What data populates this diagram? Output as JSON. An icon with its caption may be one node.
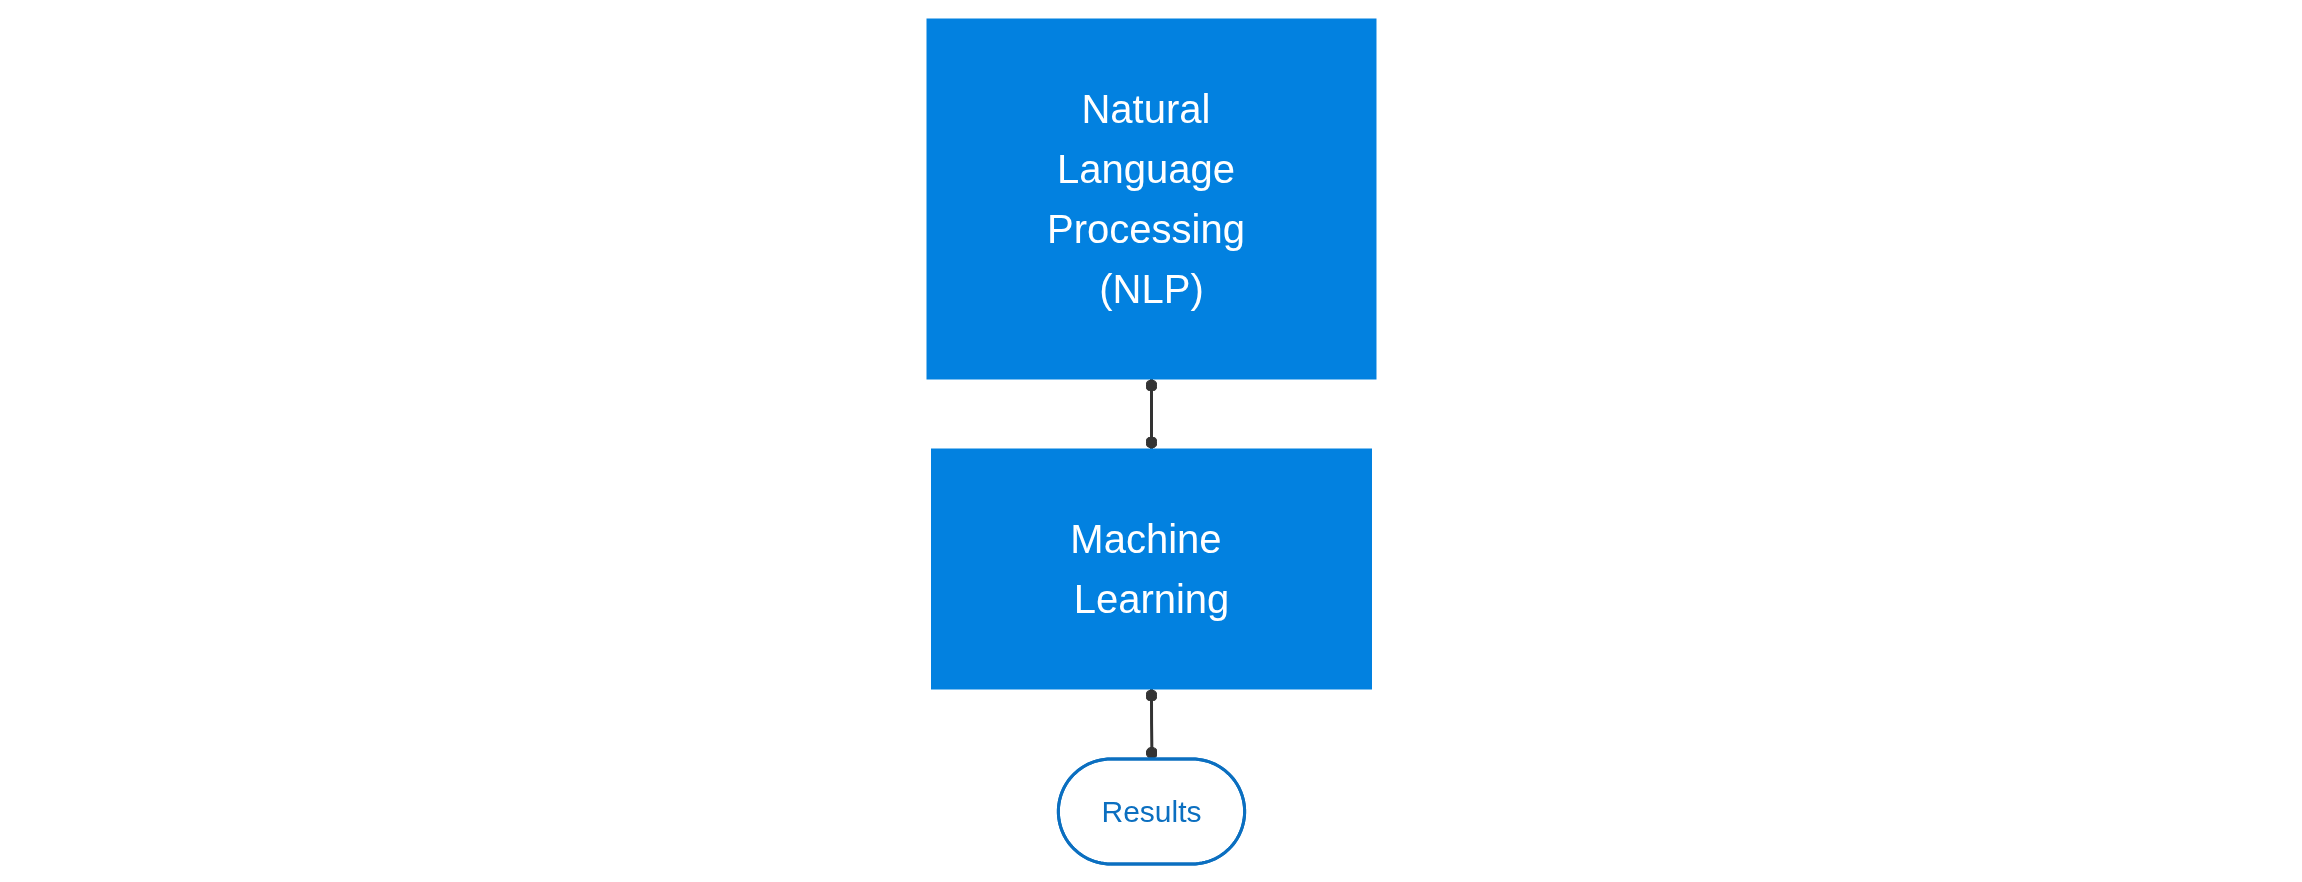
{
  "diagram": {
    "nodes": [
      {
        "text": [
          "Natural Language Processing (NLP)"
        ]
      },
      {
        "text": [
          "Machine Learning"
        ]
      },
      {
        "text": [
          "Results"
        ]
      }
    ],
    "edges": [
      {
        "from": 0,
        "to": 1,
        "arrow": "other"
      },
      {
        "from": 1,
        "to": 2,
        "arrow": "other"
      }
    ]
  }
}
